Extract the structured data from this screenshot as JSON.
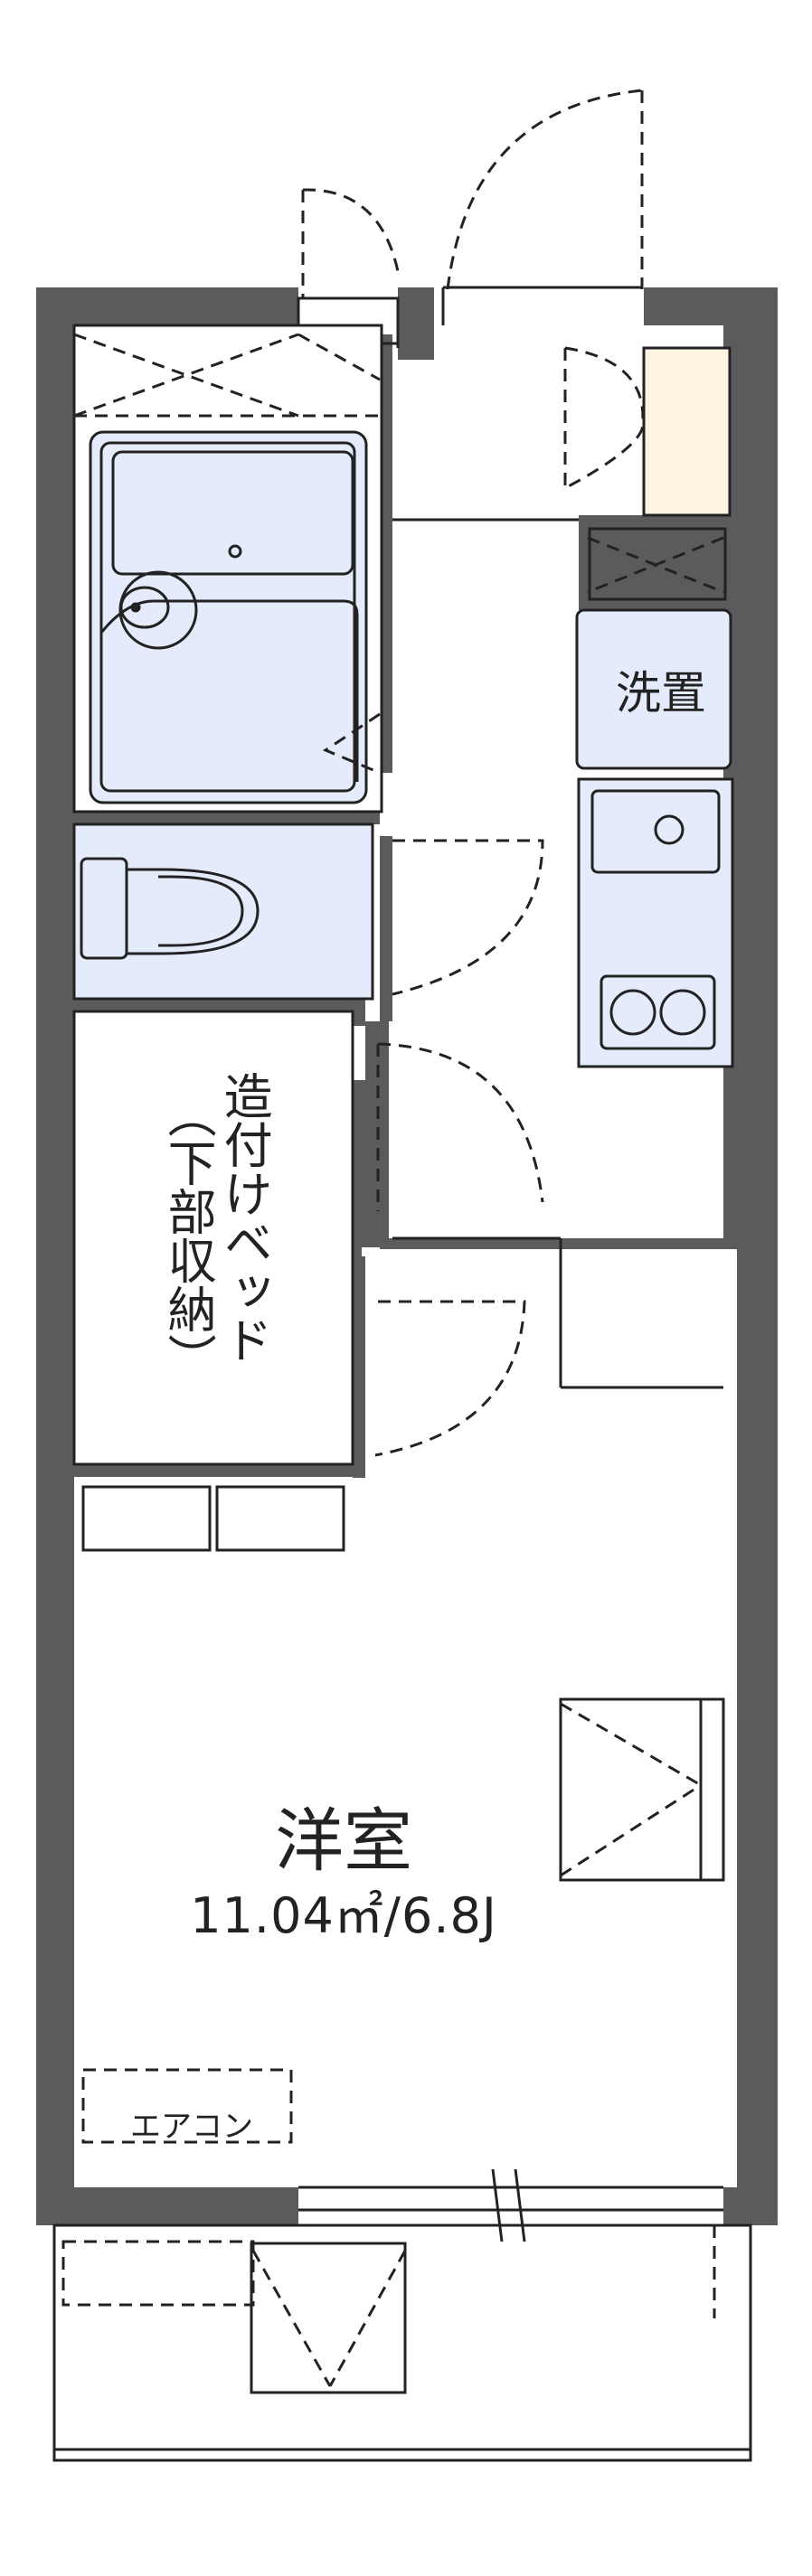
{
  "rooms": {
    "washer": "洗置",
    "bed_title": "造付けベッド",
    "bed_sub": "（下部収納）",
    "main_room": "洋室",
    "main_room_area": "11.04㎡/6.8J",
    "aircon": "エアコン"
  },
  "colors": {
    "wall": "#5b5b5d",
    "fixture_fill": "#e4ecfb",
    "shoe_cabinet": "#fdf3e1",
    "line": "#222222"
  }
}
